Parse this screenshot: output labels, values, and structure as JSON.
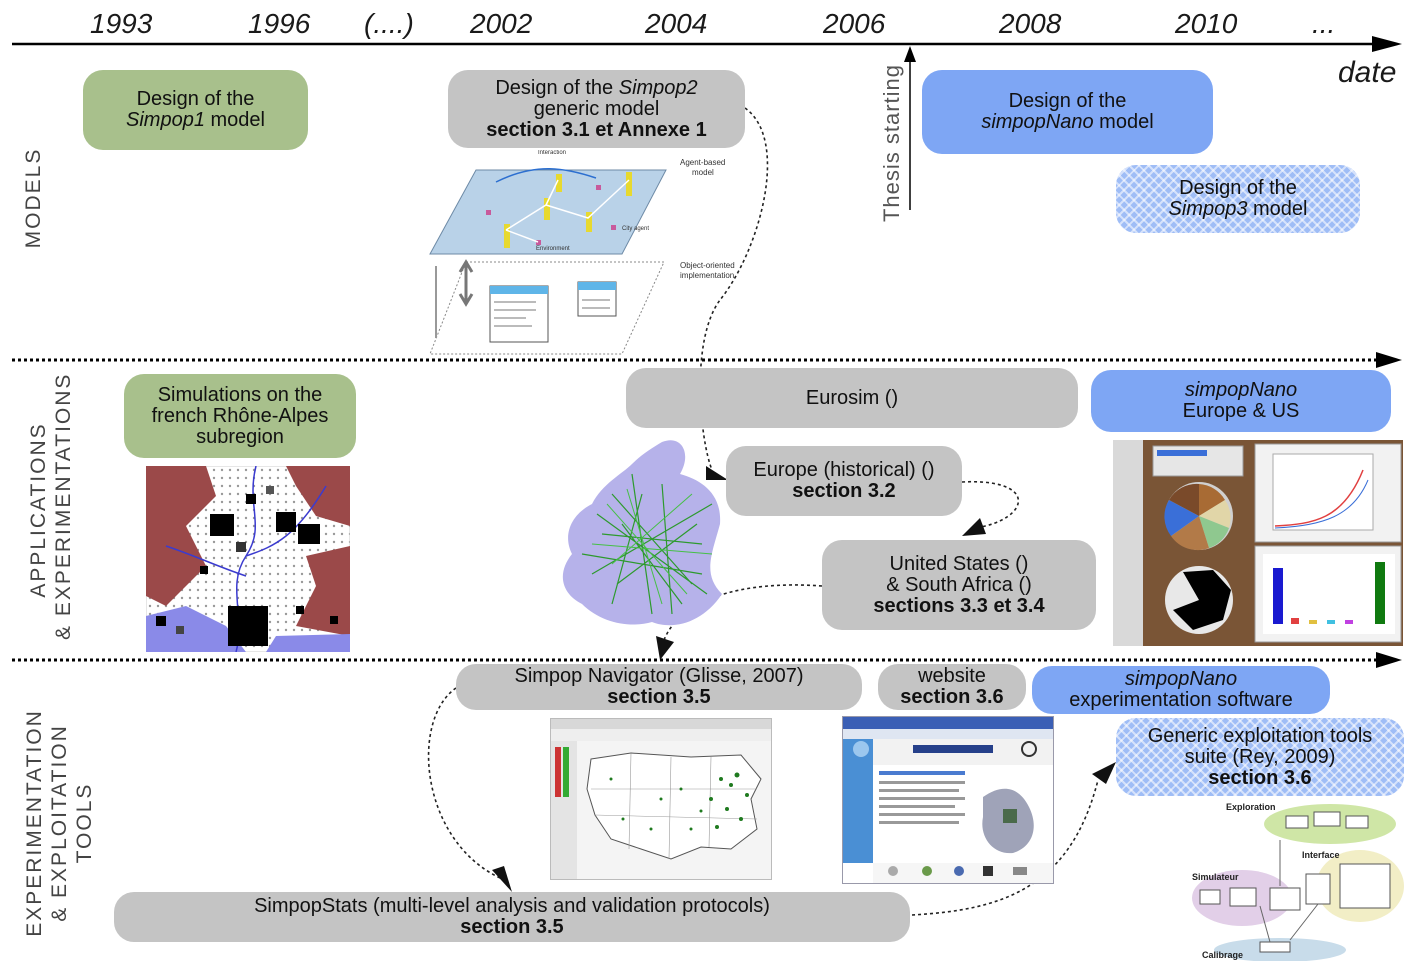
{
  "timeline": {
    "years": [
      "1993",
      "1996",
      "(....)",
      "2002",
      "2004",
      "2006",
      "2008",
      "2010",
      "..."
    ],
    "axis_label": "date"
  },
  "lanes": {
    "models": "MODELS",
    "applications": "APPLICATIONS\n& EXPERIMENTATIONS",
    "tools": "EXPERIMENTATION\n& EXPLOITATION\nTOOLS"
  },
  "thesis_marker": "Thesis starting",
  "models": {
    "simpop1": {
      "pre": "Design of the",
      "name": "Simpop1",
      "post": " model"
    },
    "simpop2": {
      "pre": "Design of the ",
      "name": "Simpop2",
      "line2": "generic model",
      "section": "section 3.1 et Annexe 1"
    },
    "simpopnano": {
      "pre": "Design of the",
      "name": "simpopNano",
      "post": " model"
    },
    "simpop3": {
      "pre": "Design of the",
      "name": "Simpop3",
      "post": " model"
    }
  },
  "applications": {
    "rhone": {
      "l1": "Simulations on the",
      "l2": "french Rhône-Alpes",
      "l3": "subregion"
    },
    "eurosim": "Eurosim ()",
    "europe_hist": {
      "title": "Europe (historical) ()",
      "section": "section 3.2"
    },
    "us_sa": {
      "l1": "United States ()",
      "l2": "& South Africa ()",
      "section": "sections 3.3 et 3.4"
    },
    "nano_eu_us": {
      "name": "simpopNano",
      "l2": "Europe & US"
    }
  },
  "tools": {
    "navigator": {
      "title": "Simpop Navigator (Glisse, 2007)",
      "section": "section 3.5"
    },
    "website": {
      "title": "website",
      "section": "section 3.6"
    },
    "nano_soft": {
      "name": "simpopNano",
      "l2": "experimentation software"
    },
    "generic": {
      "l1": "Generic exploitation tools",
      "l2": "suite (Rey, 2009)",
      "section": "section 3.6"
    },
    "stats": {
      "title": "SimpopStats (multi-level analysis and validation protocols)",
      "section": "section 3.5"
    }
  },
  "figure_labels": {
    "agent_based": "Agent-based",
    "model": "model",
    "object_oriented": "Object-oriented",
    "implementation": "implementation",
    "environment": "Environment",
    "city_agent": "City agent",
    "exploration": "Exploration",
    "interface": "Interface",
    "simulateur": "Simulateur",
    "calibrage": "Calibrage"
  },
  "colors": {
    "green": "#a8c08c",
    "grey": "#c4c4c4",
    "blue": "#7ea6f4",
    "axis": "#000000"
  }
}
